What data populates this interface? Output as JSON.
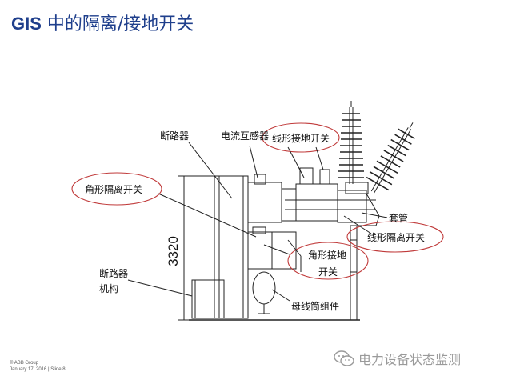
{
  "title": {
    "latin": "GIS",
    "rest": " 中的隔离/接地开关"
  },
  "labels": {
    "breaker": "断路器",
    "ct": "电流互感器",
    "line_earthing_switch": "线形接地开关",
    "angle_disconnector": "角形隔离开关",
    "bushing": "套管",
    "line_disconnector": "线形隔离开关",
    "angle_earthing_line1": "角形接地",
    "angle_earthing_line2": "开关",
    "breaker_mechanism_line1": "断路器",
    "breaker_mechanism_line2": "机构",
    "busbar_assembly": "母线筒组件",
    "dimension": "3320"
  },
  "footer": {
    "line1": "© ABB Group",
    "line2": "January 17, 2016 | Slide 8"
  },
  "watermark": {
    "text": "电力设备状态监测",
    "icon": "wechat-icon"
  }
}
